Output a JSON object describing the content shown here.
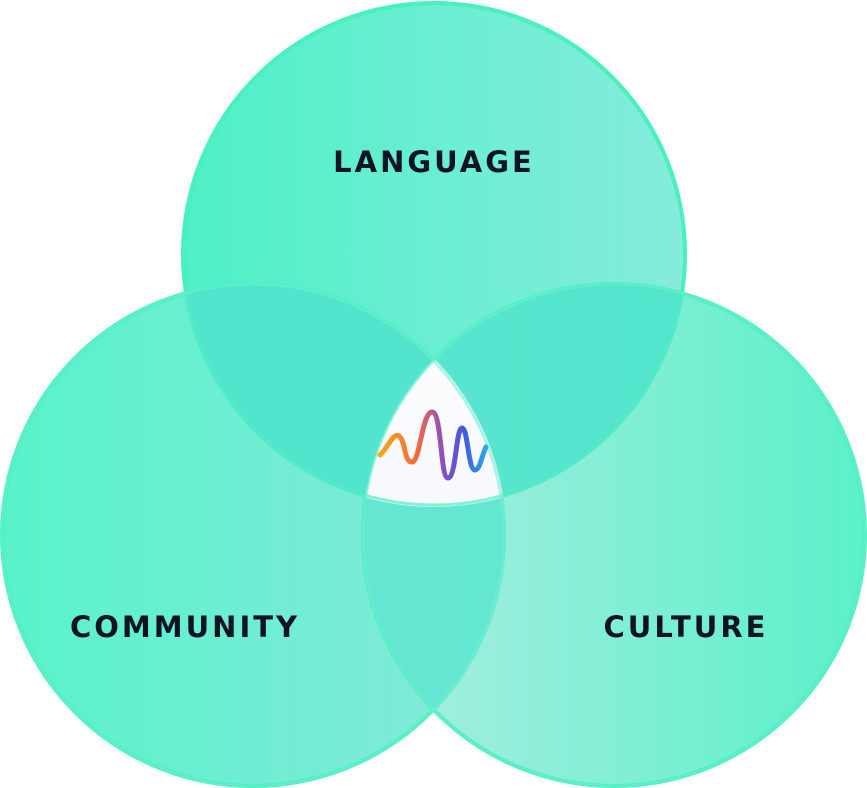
{
  "diagram": {
    "type": "venn",
    "sets": {
      "top": {
        "label": "LANGUAGE"
      },
      "left": {
        "label": "COMMUNITY"
      },
      "right": {
        "label": "CULTURE"
      }
    },
    "center": {
      "icon": "wave-logo-icon"
    },
    "colors": {
      "circle_main": "#52f0c4",
      "circle_light": "#8eebdc",
      "circle_stroke": "#3ff0bd",
      "overlap_mint": "#4ee6cc",
      "center_bg": "#f2f4fa",
      "label_text": "#0e1424",
      "wave_start": "#f7a520",
      "wave_mid": "#8a4ec4",
      "wave_end": "#2f8fe8"
    }
  }
}
